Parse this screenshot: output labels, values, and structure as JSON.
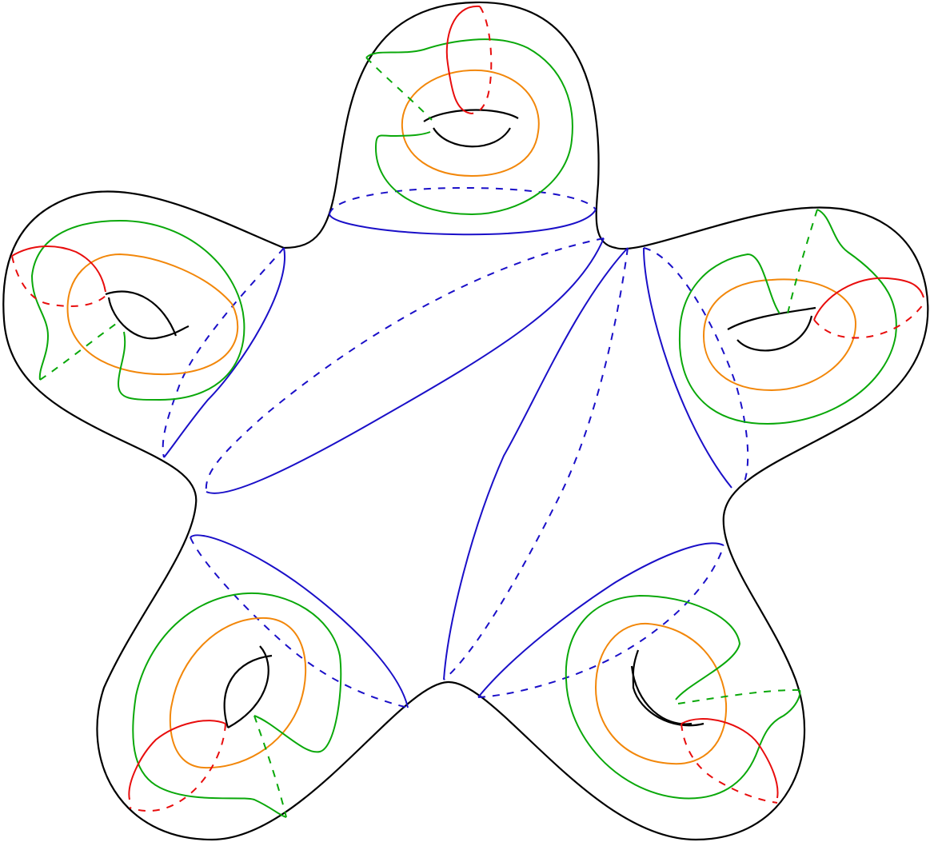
{
  "diagram": {
    "description_visible_text": "",
    "colors": {
      "outline": "#000000",
      "pants_curves": "#1a0fc8",
      "alpha_curves": "#f2870a",
      "beta_curves": "#e80d0d",
      "gamma_curves": "#0aa80a"
    },
    "handles": [
      {
        "name": "top"
      },
      {
        "name": "upper-left"
      },
      {
        "name": "upper-right"
      },
      {
        "name": "lower-left"
      },
      {
        "name": "lower-right"
      }
    ],
    "pants_decomposition_curves_count": 7
  }
}
